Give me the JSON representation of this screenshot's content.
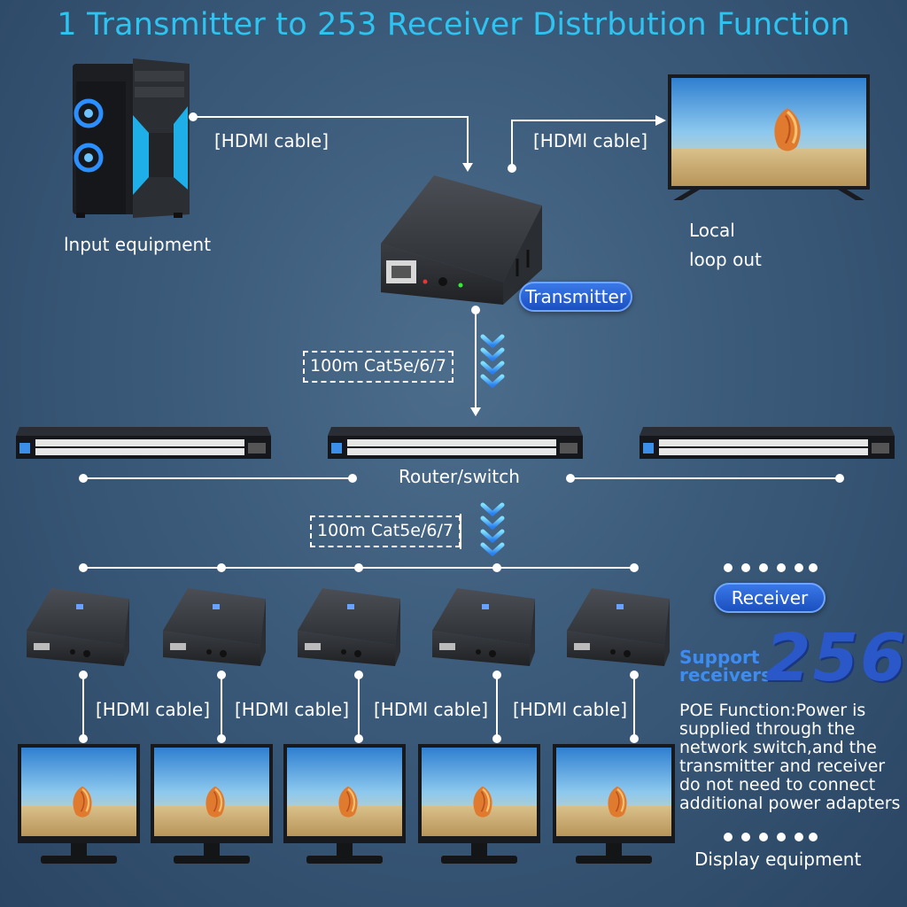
{
  "title": "1 Transmitter to 253 Receiver Distrbution Function",
  "labels": {
    "input_equipment": "lnput equipment",
    "hdmi_cable_top_left": "[HDMl cable]",
    "hdmi_cable_top_right": "[HDMl cable]",
    "local_loop_line1": "Local",
    "local_loop_line2": "loop out",
    "transmitter": "Transmitter",
    "cat_top": "100m Cat5e/6/7",
    "cat_bottom": "100m Cat5e/6/7",
    "router_switch": "Router/switch",
    "receiver": "Receiver",
    "support_line1": "Support",
    "support_line2": "receivers",
    "support_count": "256",
    "poe_lines": [
      "POE Function:Power is",
      "supplied through the",
      "network switch,and the",
      "transmitter and receiver",
      "do not need to connect",
      "additional power adapters"
    ],
    "display_equipment": "Display equipment",
    "receiver_cables": [
      "[HDMl cable]",
      "[HDMl cable]",
      "[HDMl cable]",
      "[HDMl cable]"
    ]
  },
  "colors": {
    "title": "#2ec3f0",
    "pill": "#2a62d6",
    "chevron": "#36b8f5",
    "support_text": "#3f8cf0",
    "big_number": "#2a58c8"
  },
  "icons": {
    "input_device": "desktop-pc-tower-icon",
    "loop_display": "tv-monitor-icon",
    "transmitter": "hdmi-extender-transmitter-icon",
    "switch": "network-switch-icon",
    "receiver": "hdmi-extender-receiver-icon",
    "display": "monitor-icon",
    "flow": "chevron-down-icon"
  }
}
